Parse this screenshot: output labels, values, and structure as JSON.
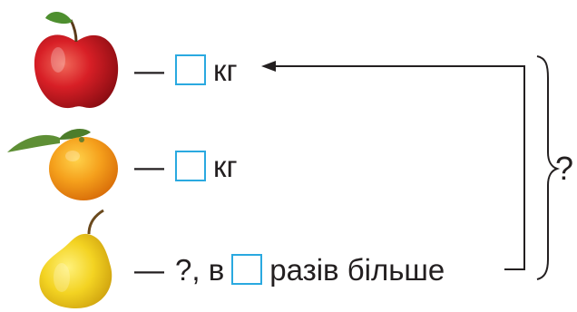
{
  "rows": [
    {
      "dash": "—",
      "unit": "кг"
    },
    {
      "dash": "—",
      "unit": "кг"
    },
    {
      "dash": "—",
      "prefix": "?, в",
      "suffix": "разів більше"
    }
  ],
  "brace_question": "?",
  "colors": {
    "answer_box_border": "#2aa9e0",
    "text": "#231f20"
  },
  "icons": [
    "apple-icon",
    "mandarin-icon",
    "pear-icon"
  ]
}
